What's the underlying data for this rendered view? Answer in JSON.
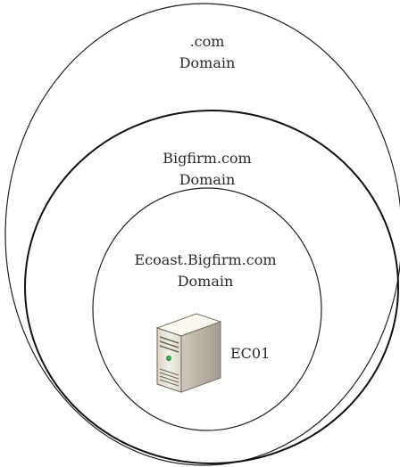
{
  "domains": {
    "outer": {
      "line1": ".com",
      "line2": "Domain"
    },
    "middle": {
      "line1": "Bigfirm.com",
      "line2": "Domain"
    },
    "inner": {
      "line1": "Ecoast.Bigfirm.com",
      "line2": "Domain"
    }
  },
  "server": {
    "icon": "server-tower-icon",
    "label": "EC01"
  },
  "colors": {
    "ellipse_stroke": "#222222",
    "text": "#2a2a2a",
    "server_front": "#ede8dc",
    "server_side": "#b9b2a4",
    "server_top": "#faf7ef",
    "server_led": "#2fb34a"
  }
}
